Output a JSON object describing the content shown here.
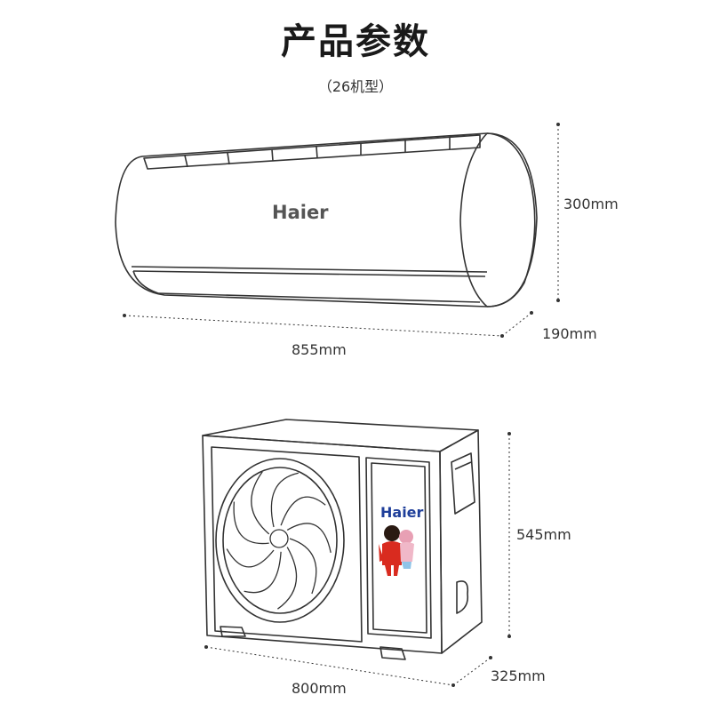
{
  "title": "产品参数",
  "subtitle": "（26机型）",
  "indoor_unit": {
    "brand": "Haier",
    "height": "300mm",
    "depth": "190mm",
    "width": "855mm"
  },
  "outdoor_unit": {
    "brand": "Haier",
    "height": "545mm",
    "depth": "325mm",
    "width": "800mm"
  },
  "colors": {
    "line": "#333333",
    "brand_blue": "#1f3f9a",
    "mascot_red": "#d92b1f"
  }
}
